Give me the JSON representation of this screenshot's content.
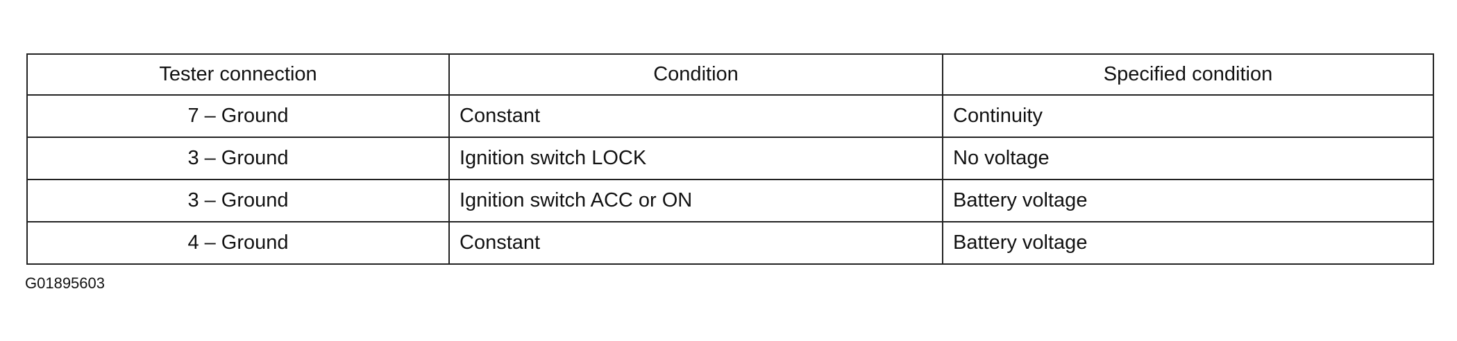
{
  "table": {
    "headers": [
      "Tester connection",
      "Condition",
      "Specified condition"
    ],
    "rows": [
      [
        "7 – Ground",
        "Constant",
        "Continuity"
      ],
      [
        "3 – Ground",
        "Ignition switch LOCK",
        "No voltage"
      ],
      [
        "3 – Ground",
        "Ignition switch ACC or ON",
        "Battery voltage"
      ],
      [
        "4 – Ground",
        "Constant",
        "Battery voltage"
      ]
    ]
  },
  "figure_id": "G01895603"
}
